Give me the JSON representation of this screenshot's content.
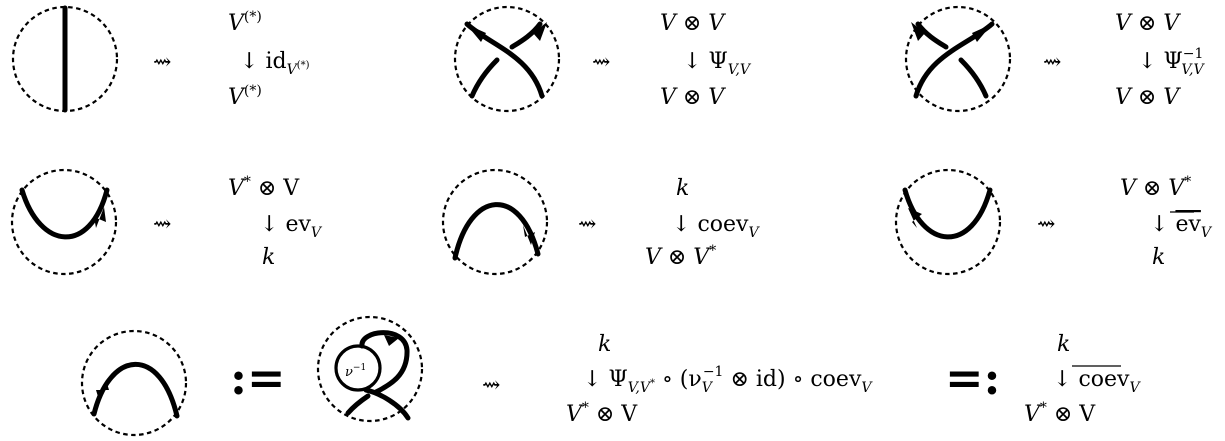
{
  "leadsto": "⇝",
  "row1": {
    "identity": {
      "top": "V",
      "top_sup": "(*)",
      "map": "id",
      "map_sub": "V",
      "map_subsup": "(*)",
      "bottom": "V",
      "bottom_sup": "(*)"
    },
    "braid": {
      "top": "V ⊗ V",
      "map": "Ψ",
      "map_sub": "V,V",
      "bottom": "V ⊗ V"
    },
    "inverse_braid": {
      "top": "V ⊗ V",
      "map": "Ψ",
      "map_sup": "−1",
      "map_sub": "V,V",
      "bottom": "V ⊗ V"
    }
  },
  "row2": {
    "ev": {
      "top": "V",
      "top_sup": "*",
      "top_rest": " ⊗ V",
      "map": "ev",
      "map_sub": "V",
      "bottom": "k"
    },
    "coev": {
      "top": "k",
      "map": "coev",
      "map_sub": "V",
      "bottom": "V ⊗ V",
      "bottom_sup": "*"
    },
    "ev_bar": {
      "top": "V ⊗ V",
      "top_sup": "*",
      "map": "ev",
      "map_sub": "V",
      "bottom": "k"
    }
  },
  "row3": {
    "defines": ":=",
    "nu_label": "ν",
    "nu_sup": "−1",
    "composite": {
      "top": "k",
      "map_psi": "Ψ",
      "map_psi_sub": "V,V",
      "map_psi_subsup": "*",
      "map_rest1": " ∘ (ν",
      "map_nu_sup": "−1",
      "map_nu_sub": "V",
      "map_rest2": " ⊗ id) ∘ coev",
      "map_coev_sub": "V",
      "bottom": "V",
      "bottom_sup": "*",
      "bottom_rest": " ⊗ V"
    },
    "equals_defines": "=:",
    "result": {
      "top": "k",
      "map": "coev",
      "map_sub": "V",
      "bottom": "V",
      "bottom_sup": "*",
      "bottom_rest": " ⊗ V"
    }
  }
}
